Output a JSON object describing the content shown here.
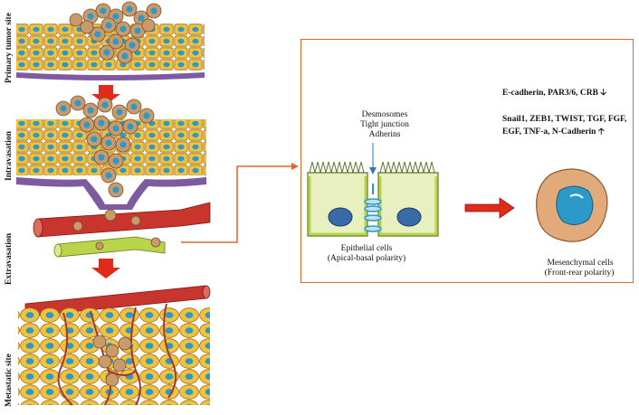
{
  "stages": {
    "primary": "Primary tumor site",
    "intravasation": "Intravasation",
    "extravasation": "Extravasation",
    "metastatic": "Metastatic site"
  },
  "junctions": {
    "line1": "Desmosomes",
    "line2": "Tight junction",
    "line3": "Adherins"
  },
  "epithelial": {
    "line1": "Epithelial cells",
    "line2": "(Apical-basal polarity)"
  },
  "mesenchymal": {
    "line1": "Mesenchymal cells",
    "line2": "(Front-rear polarity)"
  },
  "markers": {
    "down_text": "E-cadherin, PAR3/6, CRB",
    "down_arrow": "🡣",
    "up_line1": "Snail1, ZEB1, TWIST, TGF, FGF,",
    "up_line2": "EGF, TNF-a, N-Cadherin",
    "up_arrow": "🡡"
  },
  "colors": {
    "box_border": "#e0662a",
    "arrow_red": "#e02a1a",
    "cell_yellow": "#f2c23c",
    "cell_tan": "#c99a6b",
    "nucleus_blue": "#2b9ac9",
    "vessel_red": "#c8352c",
    "membrane_purple": "#7e5aa0"
  }
}
